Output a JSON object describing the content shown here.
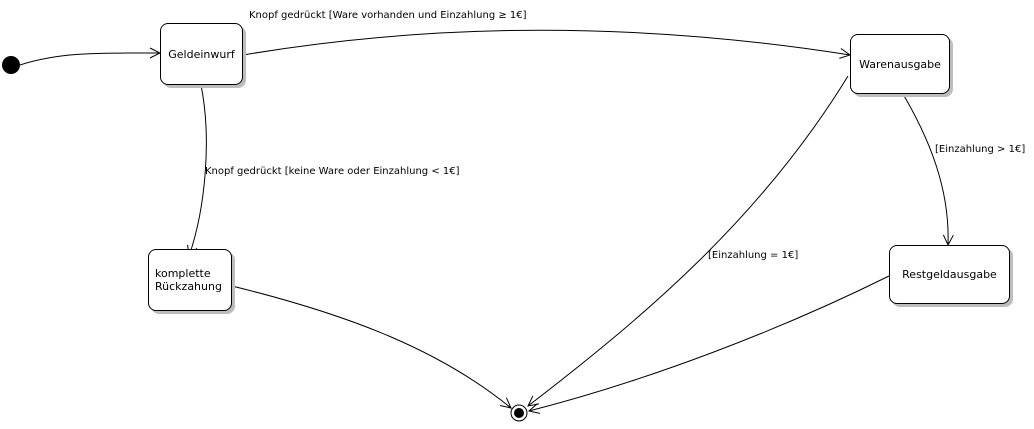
{
  "diagram": {
    "type": "uml-state-machine",
    "states": {
      "geldeinwurf": "Geldeinwurf",
      "warenausgabe": "Warenausgabe",
      "komplette_rueckzahlung": "komplette\nRückzahung",
      "restgeldausgabe": "Restgeldausgabe"
    },
    "transitions": {
      "geld_to_ware": "Knopf gedrückt [Ware vorhanden und Einzahlung ≥ 1€]",
      "geld_to_rueck": "Knopf gedrückt [keine Ware oder Einzahlung < 1€]",
      "ware_to_rest": "[Einzahlung > 1€]",
      "ware_to_final": "[Einzahlung = 1€]"
    },
    "colors": {
      "stroke": "#000000",
      "fill": "#ffffff",
      "shadow": "#bdbdbd"
    }
  }
}
